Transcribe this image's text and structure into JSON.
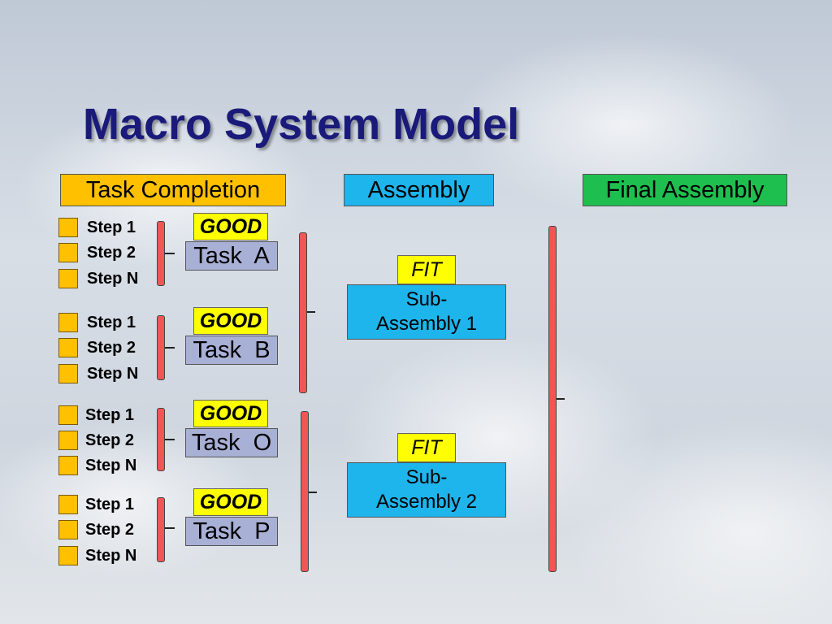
{
  "title": "Macro System Model",
  "headers": {
    "task_completion": "Task Completion",
    "assembly": "Assembly",
    "final_assembly": "Final Assembly"
  },
  "steps": [
    "Step 1",
    "Step 2",
    "Step N"
  ],
  "good_label": "GOOD",
  "fit_label": "FIT",
  "tasks": [
    "Task  A",
    "Task  B",
    "Task  O",
    "Task  P"
  ],
  "subassemblies": [
    {
      "line1": "Sub-",
      "line2": "Assembly 1"
    },
    {
      "line1": "Sub-",
      "line2": "Assembly 2"
    }
  ],
  "colors": {
    "title": "#1a1a7a",
    "task_completion_bg": "#ffc000",
    "assembly_bg": "#1eb4ec",
    "final_assembly_bg": "#1fbf4f",
    "good_bg": "#ffff00",
    "task_bg": "#a9b0d6",
    "bracket": "#f25555"
  }
}
